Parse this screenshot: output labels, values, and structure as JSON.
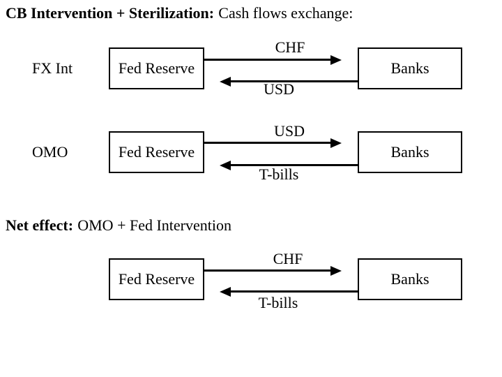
{
  "colors": {
    "background": "#ffffff",
    "text": "#000000",
    "line": "#000000"
  },
  "title": {
    "bold": "CB Intervention + Sterilization:",
    "regular": "Cash flows exchange:"
  },
  "net_effect": {
    "bold": "Net effect:",
    "regular": "OMO + Fed Intervention"
  },
  "diagrams": [
    {
      "row_label": "FX Int",
      "left_box": "Fed Reserve",
      "right_box": "Banks",
      "top_flow": {
        "label": "CHF",
        "direction": "right"
      },
      "bottom_flow": {
        "label": "USD",
        "direction": "left"
      }
    },
    {
      "row_label": "OMO",
      "left_box": "Fed Reserve",
      "right_box": "Banks",
      "top_flow": {
        "label": "USD",
        "direction": "right"
      },
      "bottom_flow": {
        "label": "T-bills",
        "direction": "left"
      }
    },
    {
      "left_box": "Fed Reserve",
      "right_box": "Banks",
      "top_flow": {
        "label": "CHF",
        "direction": "right"
      },
      "bottom_flow": {
        "label": "T-bills",
        "direction": "left"
      }
    }
  ]
}
